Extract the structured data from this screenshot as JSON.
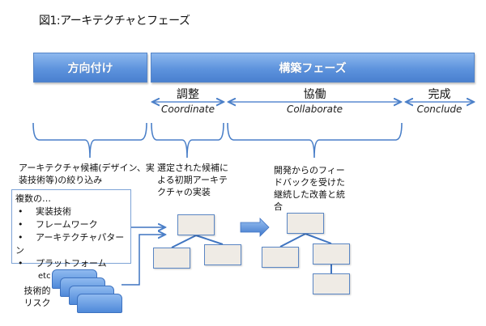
{
  "title": "図1:アーキテクチャとフェーズ",
  "phases": [
    {
      "label": "方向付け"
    },
    {
      "label": "構築フェーズ"
    }
  ],
  "subphases": [
    {
      "label": "調整",
      "english": "Coordinate"
    },
    {
      "label": "協働",
      "english": "Collaborate"
    },
    {
      "label": "完成",
      "english": "Conclude"
    }
  ],
  "descriptions": {
    "orientation": "アーキテクチャ候補(デザイン、実装技術等)の絞り込み",
    "coordinate": "選定された候補による初期アーキテクチャの実装",
    "collaborate": "開発からのフィードバックを受けた継続した改善と統合"
  },
  "candidates": {
    "heading": "複数の…",
    "items": [
      "実装技術",
      "フレームワーク",
      "アーキテクチャパターン",
      "プラットフォーム"
    ],
    "bullet": "•",
    "etc": "etc"
  },
  "risk": {
    "label": "技術的リスク"
  },
  "colors": {
    "accent": "#4f89d9",
    "line": "#3f74c0",
    "node_fill": "#efebe5"
  }
}
